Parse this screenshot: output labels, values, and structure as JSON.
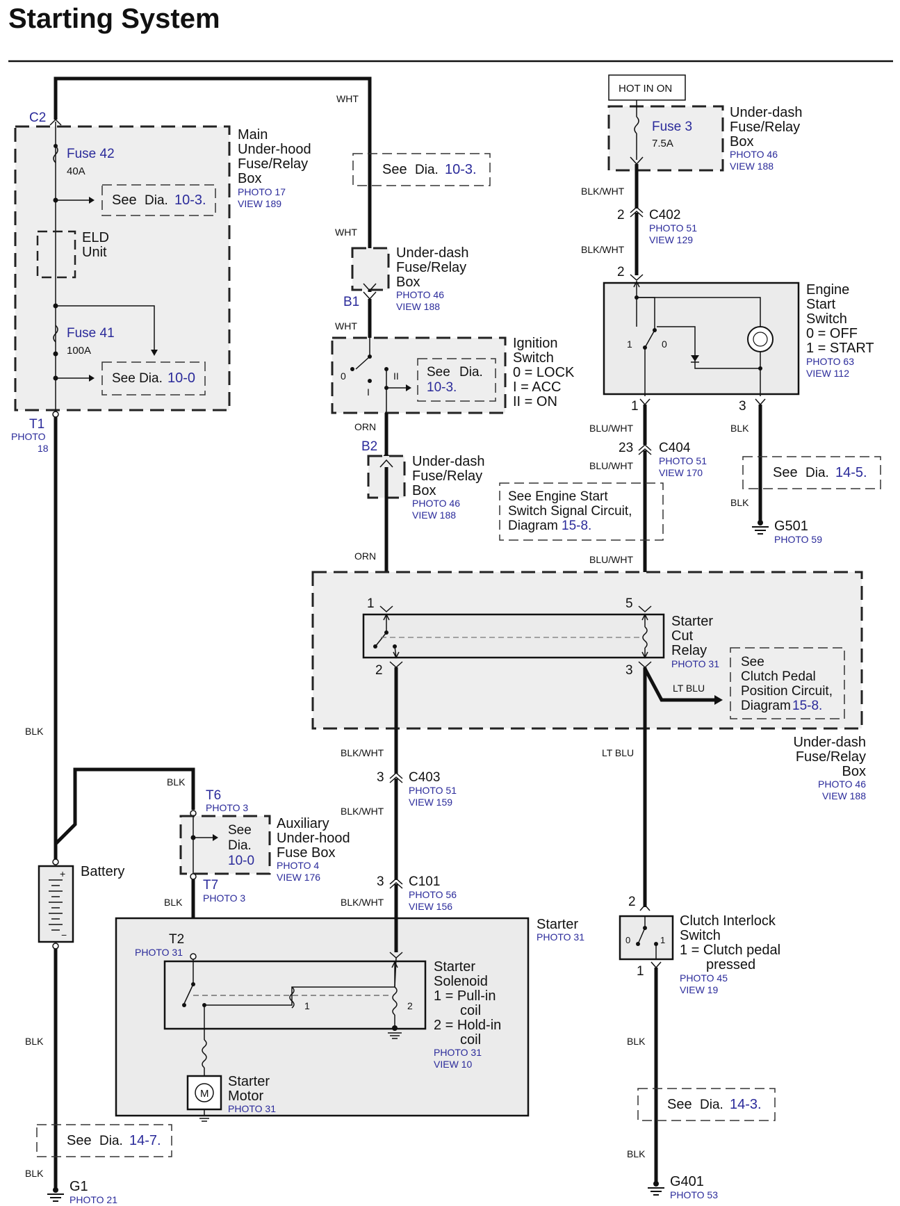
{
  "title": "Starting System",
  "hot_label": "HOT IN ON",
  "wires": {
    "wht": "WHT",
    "orn": "ORN",
    "blk": "BLK",
    "blk_wht": "BLK/WHT",
    "blu_wht": "BLU/WHT",
    "lt_blu": "LT BLU"
  },
  "see": "See",
  "dia": "Dia.",
  "refs": {
    "r103": "10-3.",
    "r100": "10-0",
    "r145": "14-5.",
    "r147": "14-7.",
    "r143": "14-3.",
    "r158": "15-8."
  },
  "main_box": {
    "name": "Main Under-hood Fuse/Relay Box",
    "l1": "Main",
    "l2": "Under-hood",
    "l3": "Fuse/Relay",
    "l4": "Box",
    "photo": "PHOTO 17",
    "view": "VIEW 189",
    "fuse42": "Fuse 42",
    "fuse42_amp": "40A",
    "fuse41": "Fuse 41",
    "fuse41_amp": "100A",
    "eld1": "ELD",
    "eld2": "Unit",
    "see_dia_100": "See Dia."
  },
  "connectors": {
    "c2": "C2",
    "t1": "T1",
    "t1_photo": "PHOTO",
    "t1_num": "18",
    "b1": "B1",
    "b2": "B2",
    "c402": "C402",
    "c402_photo": "PHOTO 51",
    "c402_view": "VIEW 129",
    "c404": "C404",
    "c404_photo": "PHOTO 51",
    "c404_view": "VIEW 170",
    "c403": "C403",
    "c403_photo": "PHOTO 51",
    "c403_view": "VIEW 159",
    "c101": "C101",
    "c101_photo": "PHOTO 56",
    "c101_view": "VIEW 156",
    "t6": "T6",
    "t6_photo": "PHOTO 3",
    "t7": "T7",
    "t7_photo": "PHOTO 3",
    "t2": "T2",
    "t2_photo": "PHOTO 31"
  },
  "pins": {
    "p1": "1",
    "p2": "2",
    "p3": "3",
    "p5": "5",
    "p23": "23",
    "p0": "0",
    "pII": "II",
    "pI": "I"
  },
  "underdash_box": {
    "l1": "Under-dash",
    "l2": "Fuse/Relay",
    "l3": "Box",
    "photo": "PHOTO 46",
    "view": "VIEW 188"
  },
  "fuse3": {
    "name": "Fuse 3",
    "amp": "7.5A"
  },
  "ignition": {
    "l1": "Ignition",
    "l2": "Switch",
    "s0": "0  = LOCK",
    "s1": "I   = ACC",
    "s2": "II  = ON"
  },
  "engine_start": {
    "l1": "Engine",
    "l2": "Start",
    "l3": "Switch",
    "s0": "0  = OFF",
    "s1": "1  = START",
    "photo": "PHOTO 63",
    "view": "VIEW 112"
  },
  "ess_signal": {
    "l1": "See Engine Start",
    "l2": "Switch Signal Circuit,",
    "l3": "Diagram"
  },
  "cut_relay": {
    "l1": "Starter",
    "l2": "Cut",
    "l3": "Relay",
    "photo": "PHOTO 31"
  },
  "clutch_pedal": {
    "l1": "See",
    "l2": "Clutch Pedal",
    "l3": "Position Circuit,",
    "l4": "Diagram"
  },
  "grounds": {
    "g501": "G501",
    "g501_photo": "PHOTO 59",
    "g1": "G1",
    "g1_photo": "PHOTO 21",
    "g401": "G401",
    "g401_photo": "PHOTO 53"
  },
  "aux_box": {
    "l1": "Auxiliary",
    "l2": "Under-hood",
    "l3": "Fuse Box",
    "photo": "PHOTO 4",
    "view": "VIEW 176"
  },
  "battery": "Battery",
  "starter": {
    "name": "Starter",
    "photo": "PHOTO 31"
  },
  "solenoid": {
    "l1": "Starter",
    "l2": "Solenoid",
    "s1a": "1 =  Pull-in",
    "s1b": "coil",
    "s2a": "2 =  Hold-in",
    "s2b": "coil",
    "photo": "PHOTO 31",
    "view": "VIEW 10"
  },
  "motor": {
    "l1": "Starter",
    "l2": "Motor",
    "photo": "PHOTO 31",
    "m": "M"
  },
  "clutch_switch": {
    "l1": "Clutch Interlock",
    "l2": "Switch",
    "s1": "1 =  Clutch pedal",
    "s2": "pressed",
    "photo": "PHOTO 45",
    "view": "VIEW 19"
  }
}
